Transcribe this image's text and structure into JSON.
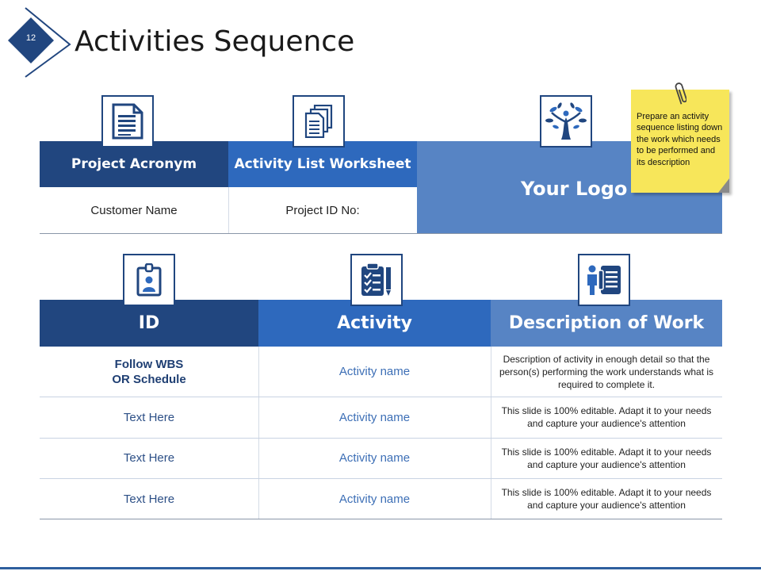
{
  "slide": {
    "page_number": "12",
    "title": "Activities Sequence"
  },
  "top_table": {
    "project_acronym": "Project Acronym",
    "activity_list_worksheet": "Activity List Worksheet",
    "your_logo": "Your Logo",
    "customer_name": "Customer Name",
    "project_id": "Project ID No:"
  },
  "sticky_note": {
    "text": "Prepare an activity sequence listing down the work which needs to be performed and its description"
  },
  "main_table": {
    "headers": [
      "ID",
      "Activity",
      "Description of Work"
    ],
    "rows": [
      {
        "id": "Follow WBS\nOR Schedule",
        "activity": "Activity name",
        "description": "Description of activity in enough detail so that the person(s) performing the work understands what is required to complete it."
      },
      {
        "id": "Text Here",
        "activity": "Activity name",
        "description": "This slide is 100% editable. Adapt it to your needs and capture your audience's attention"
      },
      {
        "id": "Text Here",
        "activity": "Activity name",
        "description": "This slide is 100% editable. Adapt it to your needs and capture your audience's attention"
      },
      {
        "id": "Text Here",
        "activity": "Activity name",
        "description": "This slide is 100% editable. Adapt it to your needs and capture your audience's attention"
      }
    ]
  },
  "icons": [
    "document-icon",
    "documents-stack-icon",
    "tree-person-logo-icon",
    "id-badge-icon",
    "checklist-clipboard-icon",
    "person-document-icon",
    "paperclip-icon"
  ],
  "colors": {
    "dark_blue": "#21467f",
    "mid_blue": "#2e69bd",
    "light_blue": "#5784c4",
    "sticky_yellow": "#f7e65a"
  }
}
